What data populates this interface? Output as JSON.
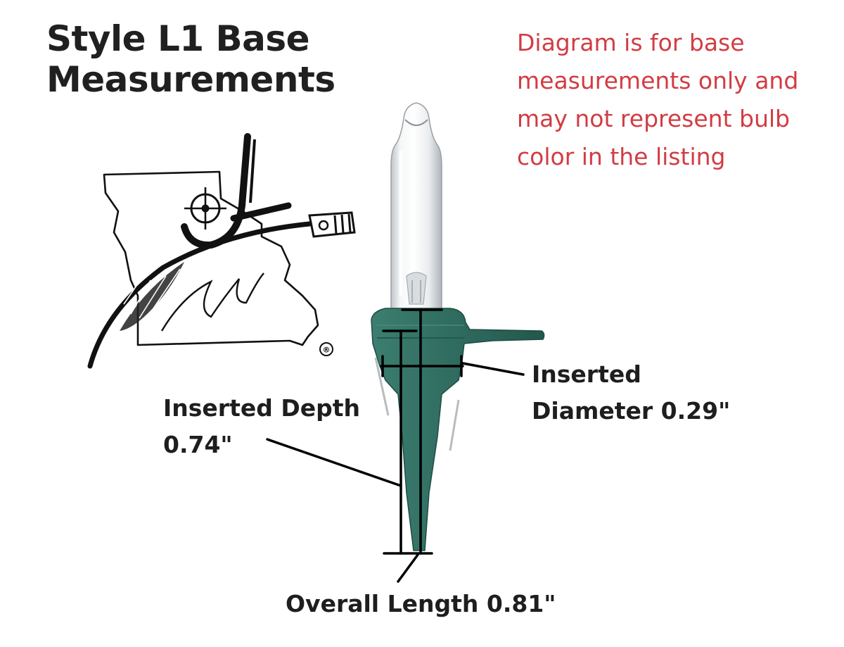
{
  "title": {
    "line1": "Style L1 Base",
    "line2": "Measurements"
  },
  "disclaimer": {
    "line1": "Diagram is for base",
    "line2": "measurements only and",
    "line3": "may not represent bulb",
    "line4": "color in the listing"
  },
  "labels": {
    "inserted_depth_line1": "Inserted Depth",
    "inserted_depth_line2": "0.74\"",
    "inserted_diameter_line1": "Inserted",
    "inserted_diameter_line2": "Diameter 0.29\"",
    "overall_length": "Overall Length 0.81\""
  },
  "logo": {
    "trademark": "®"
  },
  "colors": {
    "disclaimer": "#d23c43",
    "base": "#2e6b5e",
    "dimension_lines": "#000000"
  }
}
